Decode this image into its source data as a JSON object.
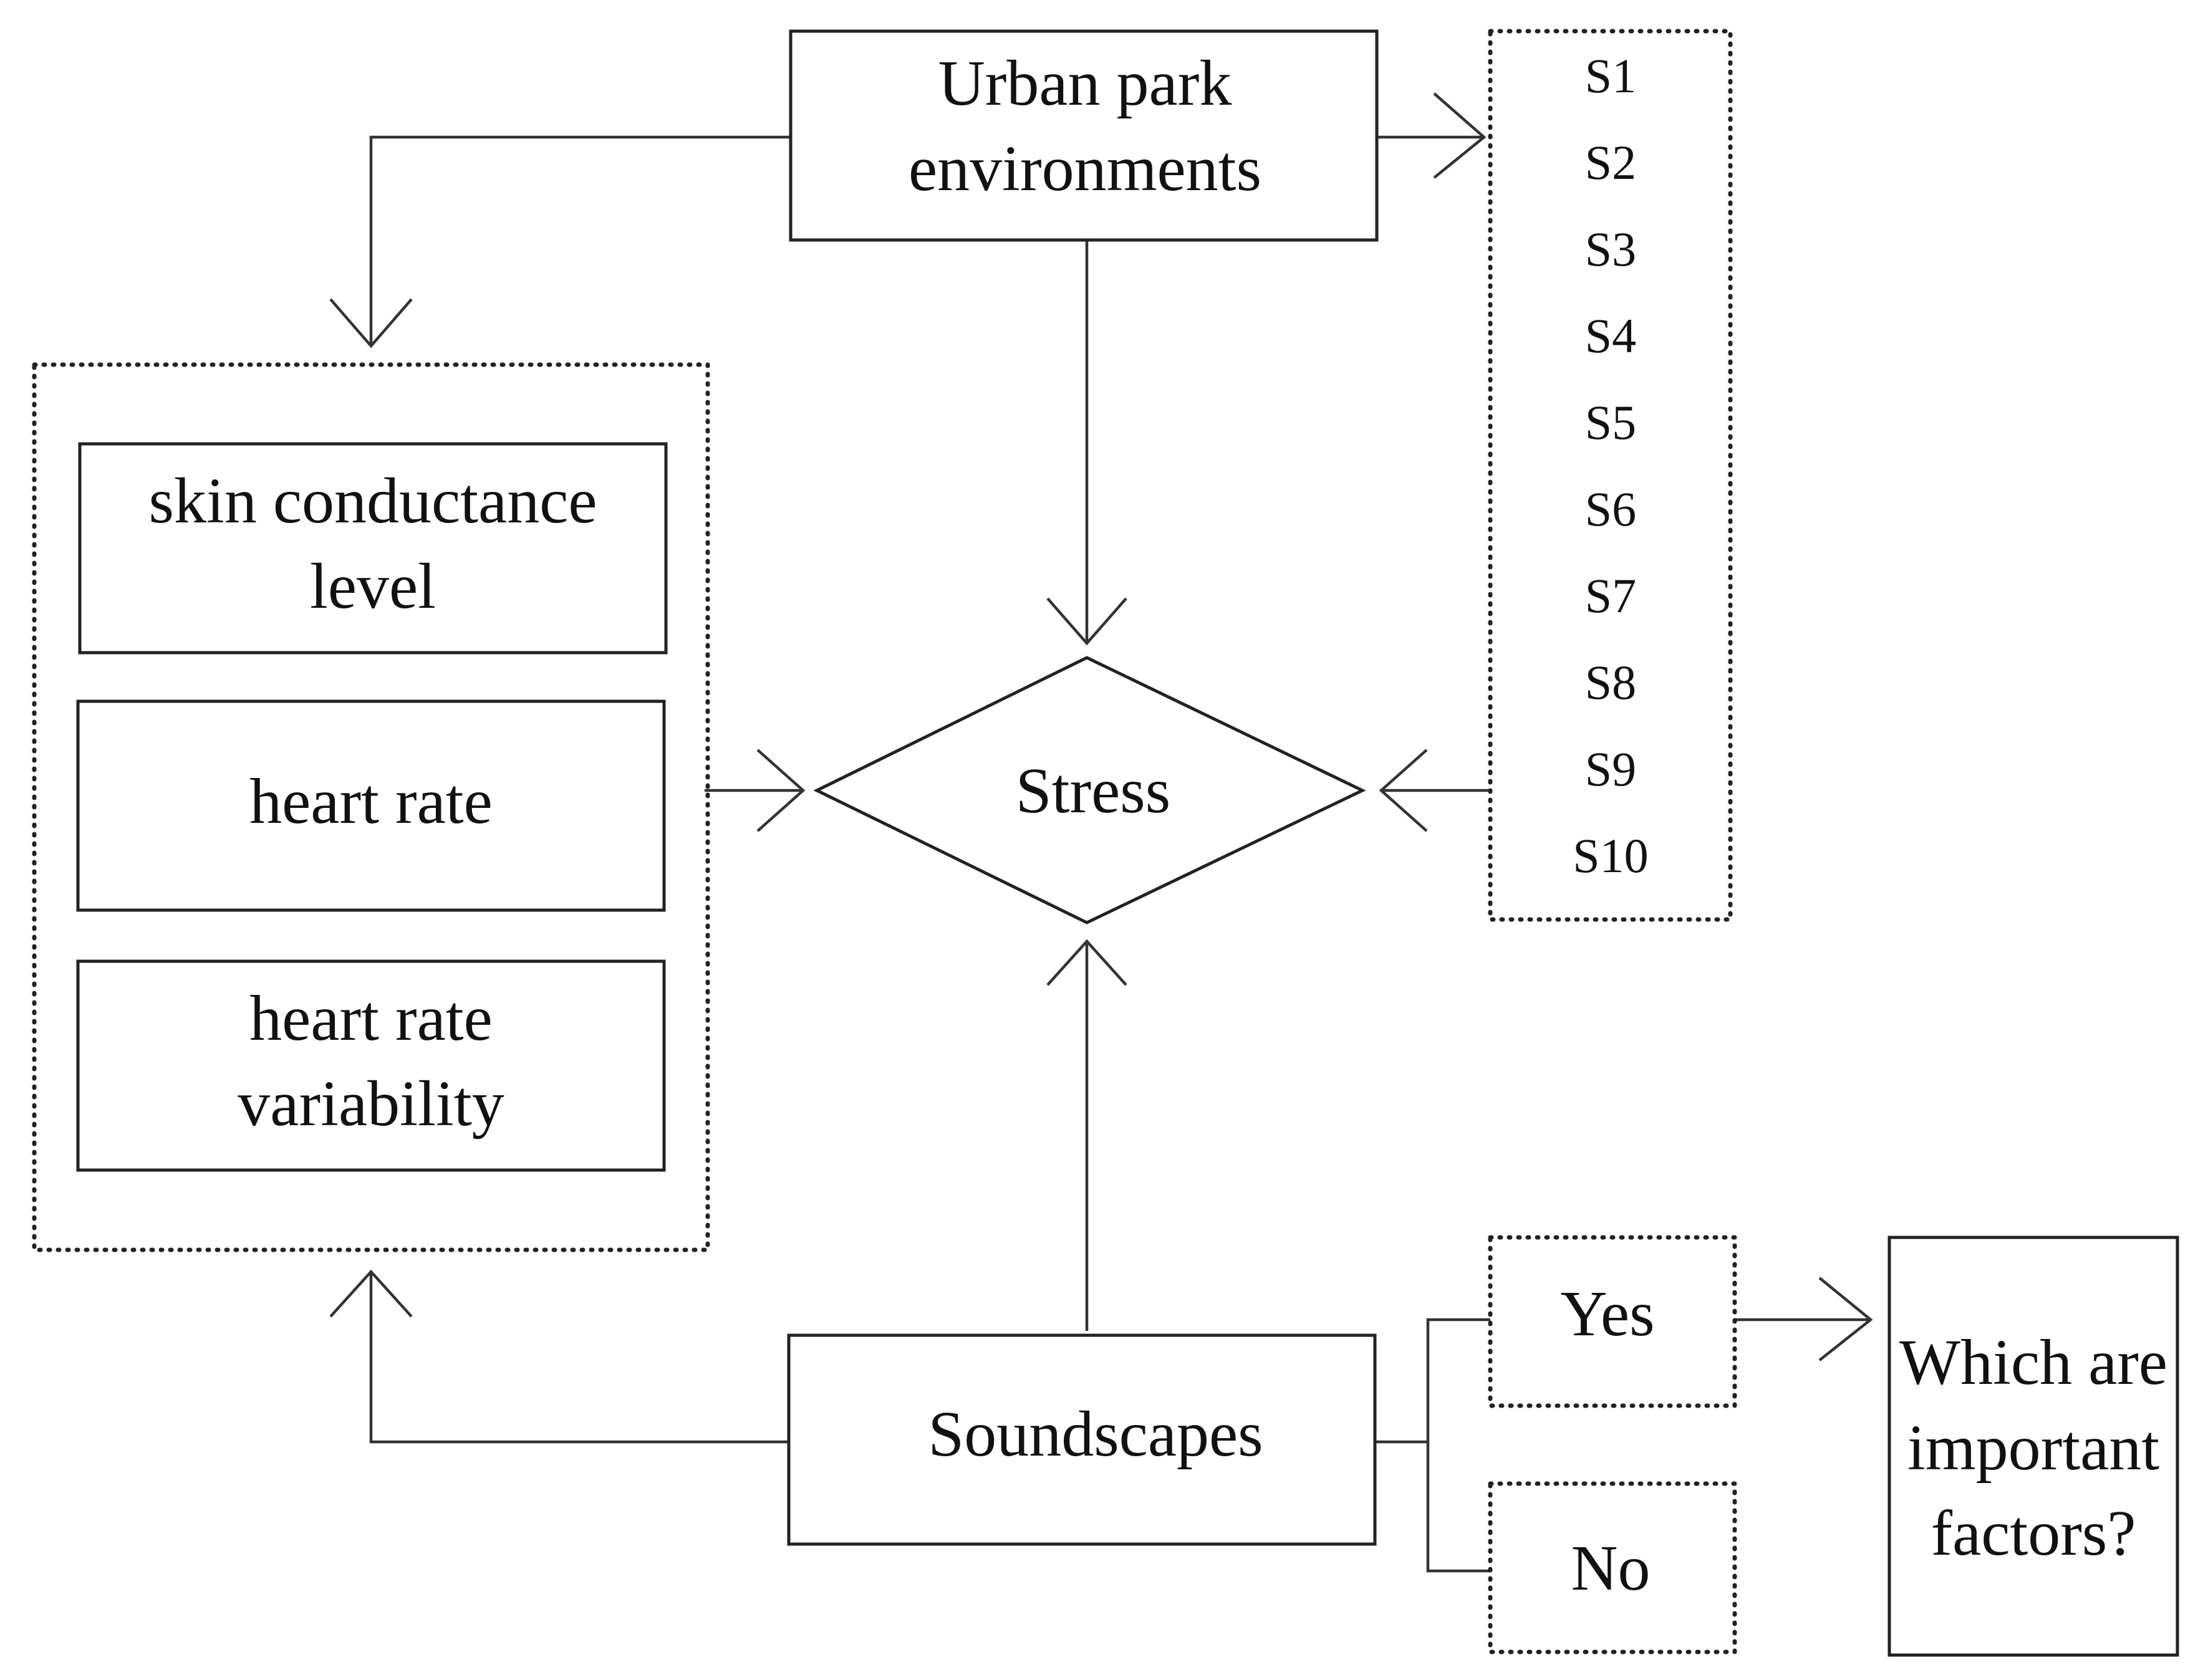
{
  "nodes": {
    "urban_park": [
      "Urban park",
      "environments"
    ],
    "skin": [
      "skin conductance",
      "level"
    ],
    "heart_rate": "heart rate",
    "hrv": [
      "heart rate",
      "variability"
    ],
    "stress": "Stress",
    "soundscapes": "Soundscapes",
    "yes": "Yes",
    "no": "No",
    "question": [
      "Which are",
      "important",
      "factors?"
    ]
  },
  "sites": [
    "S1",
    "S2",
    "S3",
    "S4",
    "S5",
    "S6",
    "S7",
    "S8",
    "S9",
    "S10"
  ]
}
